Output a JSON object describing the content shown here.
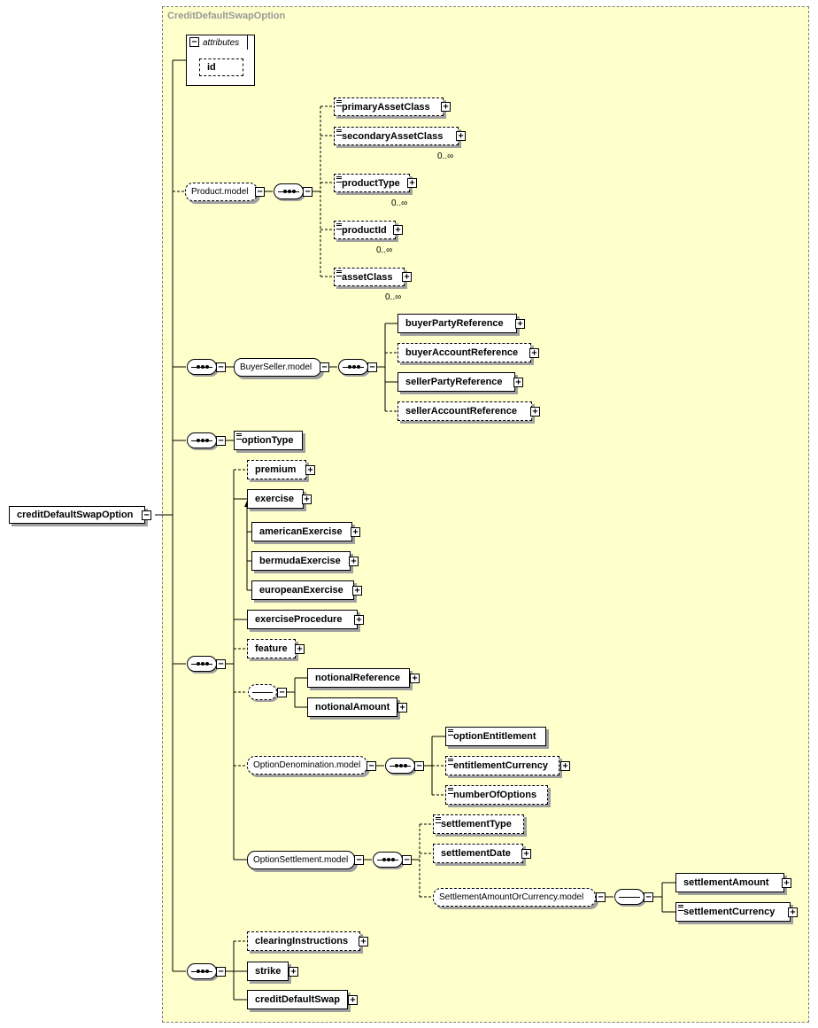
{
  "group_title": "CreditDefaultSwapOption",
  "root": "creditDefaultSwapOption",
  "attributes": {
    "header": "attributes",
    "items": [
      "id"
    ]
  },
  "product_model": {
    "label": "Product.model",
    "items": [
      {
        "label": "primaryAssetClass",
        "card": ""
      },
      {
        "label": "secondaryAssetClass",
        "card": "0..∞"
      },
      {
        "label": "productType",
        "card": "0..∞"
      },
      {
        "label": "productId",
        "card": "0..∞"
      },
      {
        "label": "assetClass",
        "card": "0..∞"
      }
    ]
  },
  "buyer_seller_model": {
    "label": "BuyerSeller.model",
    "items": [
      "buyerPartyReference",
      "buyerAccountReference",
      "sellerPartyReference",
      "sellerAccountReference"
    ]
  },
  "option_type": "optionType",
  "main_sequence": {
    "premium": "premium",
    "exercise": "exercise",
    "exercise_children": [
      "americanExercise",
      "bermudaExercise",
      "europeanExercise"
    ],
    "exercise_procedure": "exerciseProcedure",
    "feature": "feature",
    "notional_choice": [
      "notionalReference",
      "notionalAmount"
    ]
  },
  "option_denomination_model": {
    "label": "OptionDenomination.model",
    "items": [
      "optionEntitlement",
      "entitlementCurrency",
      "numberOfOptions"
    ]
  },
  "option_settlement_model": {
    "label": "OptionSettlement.model",
    "items": [
      "settlementType",
      "settlementDate"
    ],
    "sub_model": {
      "label": "SettlementAmountOrCurrency.model",
      "items": [
        "settlementAmount",
        "settlementCurrency"
      ]
    }
  },
  "last_sequence": [
    "clearingInstructions",
    "strike",
    "creditDefaultSwap"
  ],
  "icons": {
    "expand": "+",
    "collapse": "−"
  }
}
